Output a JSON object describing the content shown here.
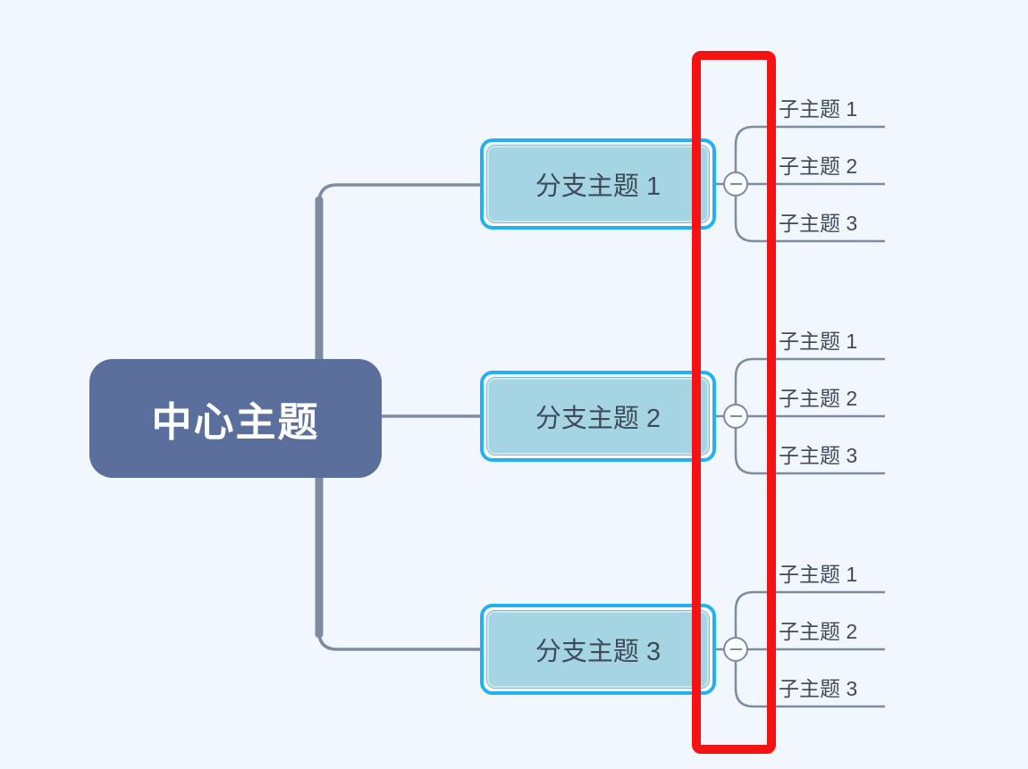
{
  "canvas": {
    "background": "#f2f7fd"
  },
  "mindmap": {
    "central": {
      "label": "中心主题"
    },
    "branches": [
      {
        "label": "分支主题 1",
        "selected": true,
        "toggle_state": "expanded",
        "toggle_glyph": "minus",
        "children": [
          {
            "label": "子主题 1"
          },
          {
            "label": "子主题 2"
          },
          {
            "label": "子主题 3"
          }
        ]
      },
      {
        "label": "分支主题 2",
        "selected": true,
        "toggle_state": "expanded",
        "toggle_glyph": "minus",
        "children": [
          {
            "label": "子主题 1"
          },
          {
            "label": "子主题 2"
          },
          {
            "label": "子主题 3"
          }
        ]
      },
      {
        "label": "分支主题 3",
        "selected": true,
        "toggle_state": "expanded",
        "toggle_glyph": "minus",
        "children": [
          {
            "label": "子主题 1"
          },
          {
            "label": "子主题 2"
          },
          {
            "label": "子主题 3"
          }
        ]
      }
    ]
  },
  "annotation": {
    "shape": "rectangle-outline",
    "color": "#f41212"
  },
  "colors": {
    "background": "#f2f7fd",
    "central_fill": "#5a6f9c",
    "central_text": "#ffffff",
    "branch_fill": "#a5d4e3",
    "branch_border": "#86b6c9",
    "selection_border": "#22b1f4",
    "selection_gap": "#ffffff",
    "topic_text": "#3e4a59",
    "connector_gray": "#7d8ba1",
    "annotation_red": "#f41212"
  }
}
